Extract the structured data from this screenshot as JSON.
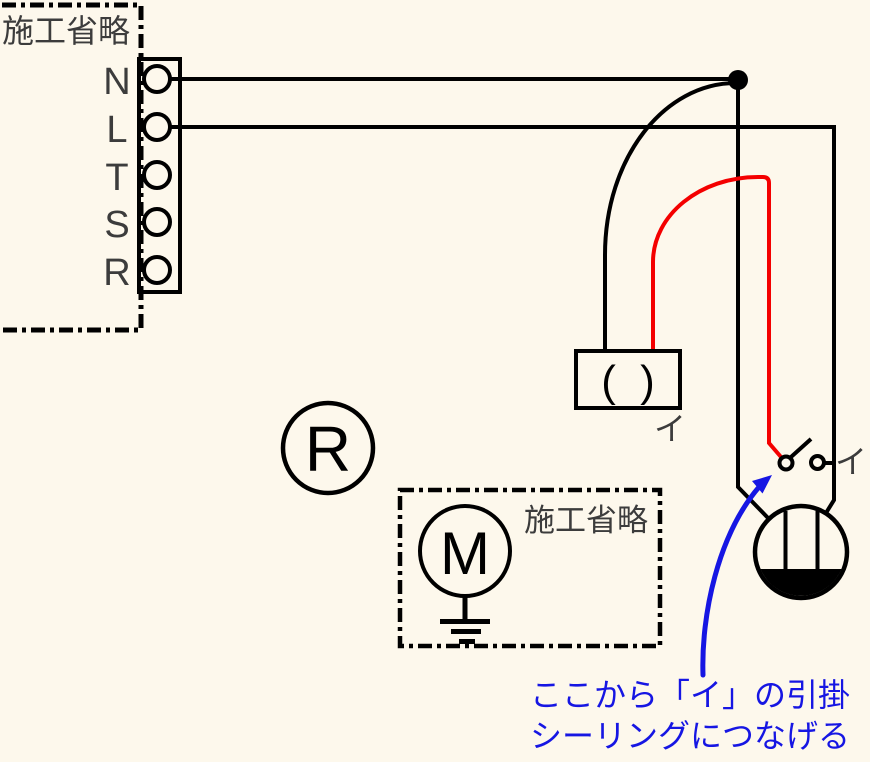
{
  "colors": {
    "background": "#FDF8EC",
    "line": "#000000",
    "red_wire": "#F40000",
    "annotation_blue": "#1616E3",
    "label_gray": "#3C3C3C"
  },
  "source_panel": {
    "omitted_label": "施工省略",
    "terminals": [
      "N",
      "L",
      "T",
      "S",
      "R"
    ]
  },
  "devices": {
    "ceiling_rose": {
      "symbol": "( )",
      "circuit_label": "イ"
    },
    "switch": {
      "circuit_label": "イ"
    },
    "receptacle": {
      "letter": "R"
    },
    "motor": {
      "letter": "M",
      "omitted_label": "施工省略"
    }
  },
  "annotation": {
    "line1": "ここから「イ」の引掛",
    "line2": "シーリングにつなげる"
  }
}
